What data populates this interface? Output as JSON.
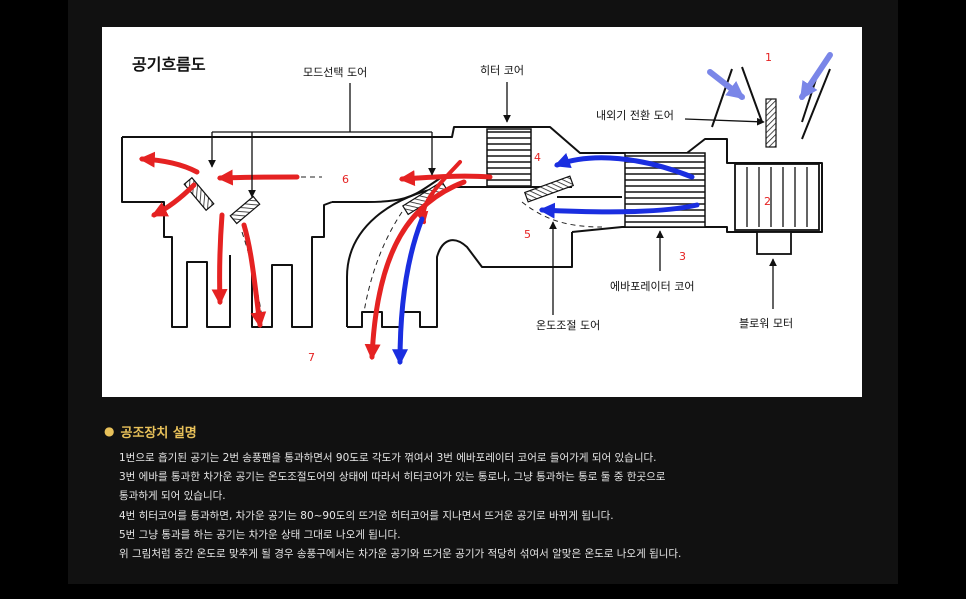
{
  "diagram": {
    "title": "공기흐름도",
    "labels": {
      "mode_door": "모드선택 도어",
      "heater_core": "히터 코어",
      "recirc_door": "내외기 전환 도어",
      "evaporator_core": "에바포레이터 코어",
      "temp_door": "온도조절 도어",
      "blower_motor": "블로워 모터"
    },
    "numbers": [
      "1",
      "2",
      "3",
      "4",
      "5",
      "6",
      "7"
    ],
    "colors": {
      "hot_air": "#e52222",
      "cold_air": "#1a2ee0",
      "intake_air": "#7a86e8",
      "line": "#111111"
    }
  },
  "description": {
    "heading": "공조장치 설명",
    "lines": [
      "1번으로 흡기된 공기는 2번 송풍팬을 통과하면서 90도로 각도가 꺾여서 3번 에바포레이터 코어로 들어가게 되어 있습니다.",
      "3번 에바를 통과한 차가운 공기는 온도조절도어의 상태에 따라서 히터코어가 있는 통로나, 그냥 통과하는 통로 둘 중 한곳으로",
      "통과하게 되어 있습니다.",
      "4번 히터코어를 통과하면, 차가운 공기는 80~90도의 뜨거운 히터코어를 지나면서 뜨거운 공기로 바뀌게 됩니다.",
      "5번 그냥 통과를 하는 공기는 차가운 상태 그대로 나오게 됩니다.",
      "위 그림처럼 중간 온도로 맞추게 될 경우 송풍구에서는 차가운 공기와 뜨거운 공기가 적당히 섞여서 알맞은 온도로 나오게 됩니다."
    ]
  }
}
